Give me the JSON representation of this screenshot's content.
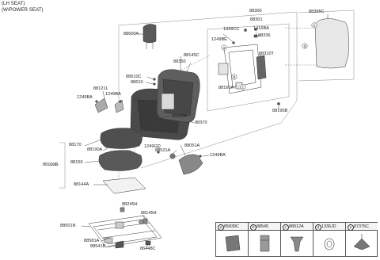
{
  "header": {
    "line1": "(LH SEAT)",
    "line2": "(W/POWER SEAT)"
  },
  "callouts": {
    "c88300": "88300",
    "c88301": "88301",
    "c1339CC": "1339CC",
    "c1416BA": "1416BA",
    "c88336": "88336",
    "c1249BE": "1249BE",
    "c88310T": "88310T",
    "c88395C": "88395C",
    "c88600A": "88600A",
    "c88145C": "88145C",
    "c88350": "88350",
    "c88610C": "88610C",
    "c88610": "88610",
    "c88160A": "88160A",
    "c88121L": "88121L",
    "c1249BA_left": "1249BA",
    "c1249BA_mid": "1249BA",
    "c88390A": "88390A",
    "c88370": "88370",
    "c88195B": "88195B",
    "c88170": "88170",
    "c88190A": "88190A",
    "c1249GD": "1249GD",
    "c88521A": "88521A",
    "c88051A": "88051A",
    "c1249BA_right": "1249BA",
    "c88100B": "88100B",
    "c88150": "88150",
    "c88144A": "88144A",
    "c88245H": "88245H",
    "c88145H": "88145H",
    "c88501N": "88501N",
    "c88581A": "88581A",
    "c88541B": "88541B",
    "c86448C": "86448C"
  },
  "diagram_letters": {
    "a": "a",
    "b": "b",
    "c": "c",
    "d": "d",
    "e": "e"
  },
  "legend": [
    {
      "letter": "a",
      "code": "85839C"
    },
    {
      "letter": "b",
      "code": "88545"
    },
    {
      "letter": "c",
      "code": "88912A"
    },
    {
      "letter": "d",
      "code": "1336JD"
    },
    {
      "letter": "e",
      "code": "87375C"
    }
  ]
}
